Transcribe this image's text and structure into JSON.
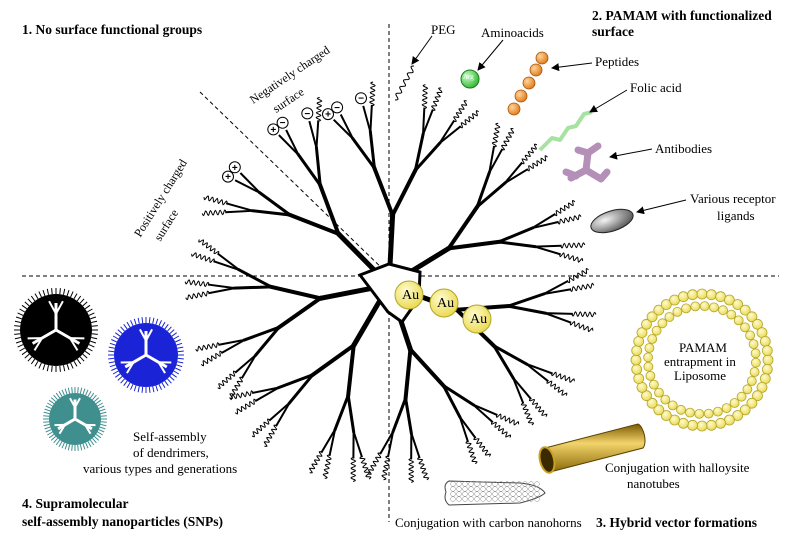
{
  "quadrants": {
    "q1": "1. No surface functional groups",
    "q2_line1": "2. PAMAM with functionalized",
    "q2_line2": "surface",
    "q3": "3. Hybrid vector formations",
    "q4_line1": "4. Supramolecular",
    "q4_line2": "self-assembly nanoparticles (SNPs)"
  },
  "surface": {
    "negative_line1": "Negatively charged",
    "negative_line2": "surface",
    "positive_line1": "Positively charged",
    "positive_line2": "surface",
    "neg_sign": "−",
    "pos_sign": "+"
  },
  "functional": {
    "peg": "PEG",
    "aminoacids": "Aminoacids",
    "arg": "Arg",
    "peptides": "Peptides",
    "folic_acid": "Folic acid",
    "antibodies": "Antibodies",
    "receptor_line1": "Various receptor",
    "receptor_line2": "ligands"
  },
  "core": {
    "au": "Au"
  },
  "hybrid": {
    "liposome_line1": "PAMAM",
    "liposome_line2": "entrapment in",
    "liposome_line3": "Liposome",
    "halloysite_line1": "Conjugation with halloysite",
    "halloysite_line2": "nanotubes",
    "nanohorns": "Conjugation with carbon nanohorns"
  },
  "snp": {
    "line1": "Self-assembly",
    "line2": "of dendrimers,",
    "line3": "various types and generations"
  },
  "colors": {
    "gold_fill": "#f7ef7a",
    "gold_stroke": "#b3a52a",
    "arg_green": "#4cc84c",
    "peptide_orange": "#ee8a2a",
    "antibody_purple": "#b48fb8",
    "folic_green": "#a6e3a0",
    "snp_blue": "#1a23d6",
    "snp_teal": "#3f8f8f",
    "nanotube_gold": "#c9a020"
  }
}
